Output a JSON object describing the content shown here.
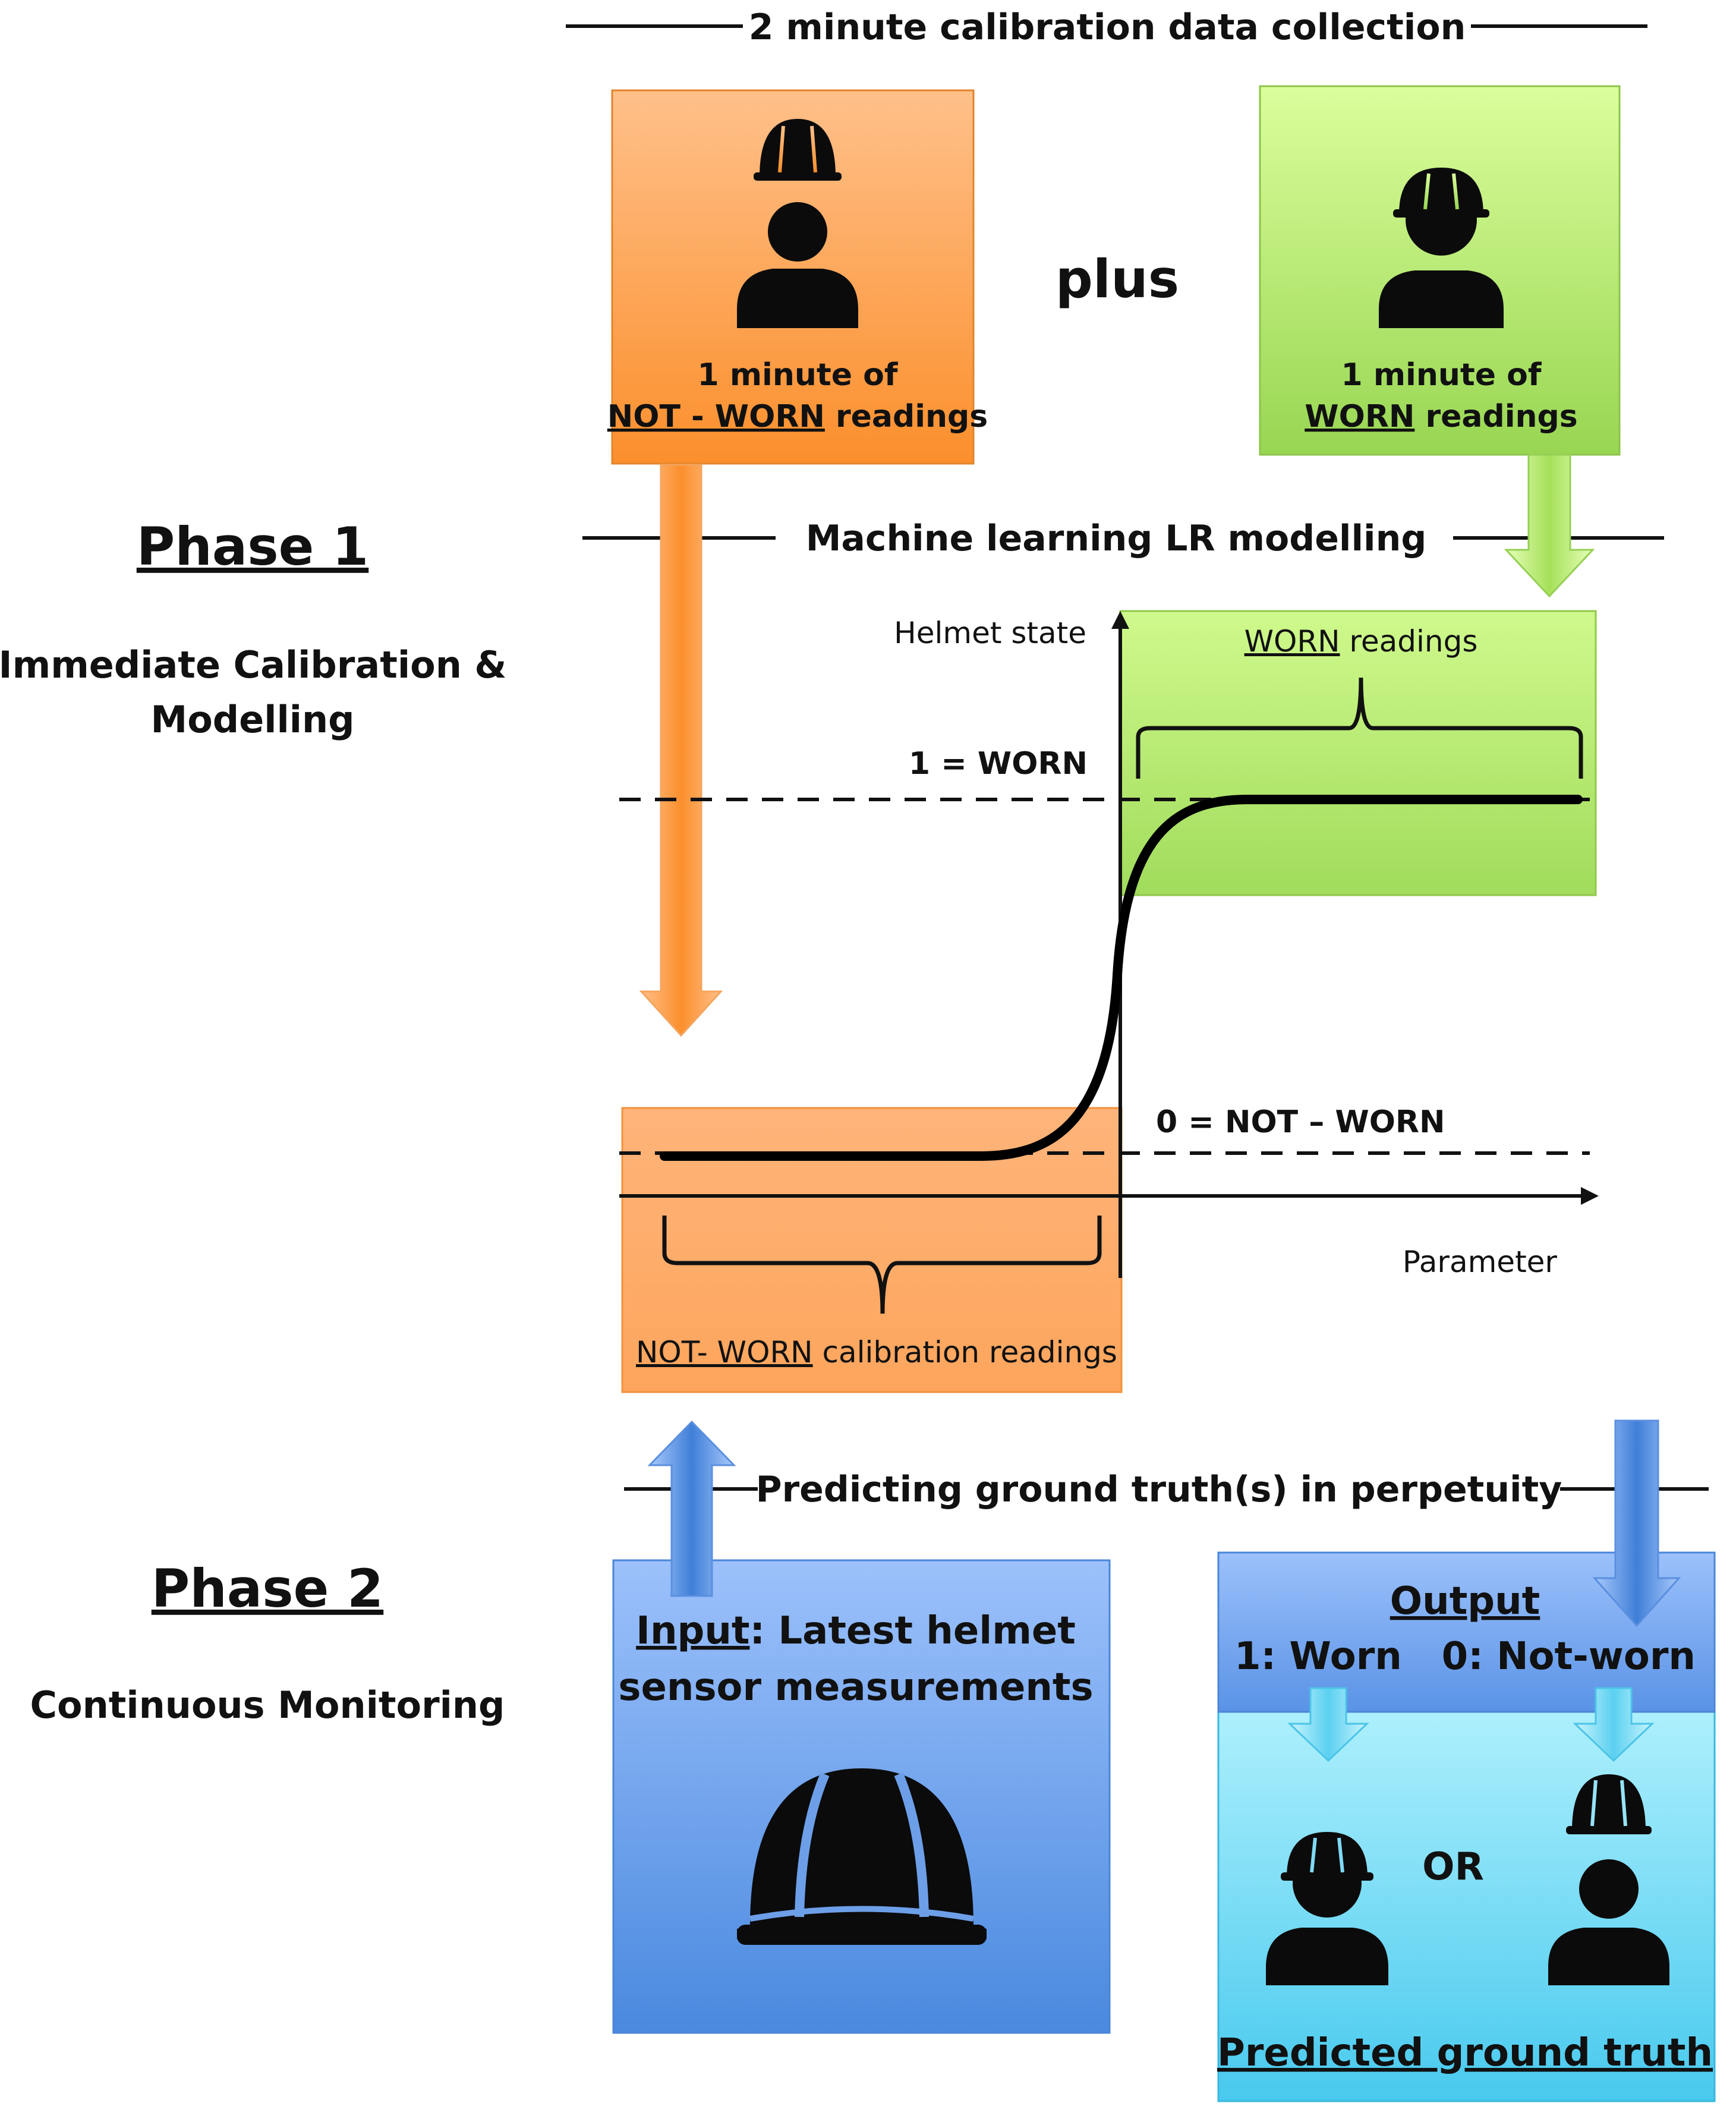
{
  "headers": {
    "calibration": "2 minute calibration data collection",
    "modelling": "Machine learning LR modelling",
    "predicting": "Predicting ground truth(s) in perpetuity"
  },
  "phase1": {
    "title": "Phase 1",
    "subtitle_line1": "Immediate Calibration &",
    "subtitle_line2": "Modelling"
  },
  "phase2": {
    "title": "Phase 2",
    "subtitle": "Continuous Monitoring"
  },
  "not_worn_box": {
    "line1": "1 minute of",
    "emph": "NOT - WORN",
    "rest": " readings"
  },
  "plus_label": "plus",
  "worn_box": {
    "line1": "1 minute of",
    "emph": "WORN",
    "rest": " readings"
  },
  "graph": {
    "y_axis_label": "Helmet state",
    "worn_level": "1 = WORN",
    "not_worn_level": "0 = NOT – WORN",
    "x_axis_label": "Parameter",
    "worn_readings_emph": "WORN",
    "worn_readings_rest": " readings",
    "not_worn_readings_emph": "NOT- WORN",
    "not_worn_readings_rest": " calibration readings"
  },
  "input_box": {
    "emph": "Input",
    "rest": ": Latest helmet",
    "line2": "sensor measurements"
  },
  "output_box": {
    "title": "Output",
    "options": "1: Worn   0: Not-worn",
    "or_label": "OR",
    "predicted": "Predicted ground truth"
  },
  "colors": {
    "orange": "#fb9a3c",
    "green": "#a6e05a",
    "blue": "#6fa4ef",
    "cyan": "#7fe0f8"
  }
}
